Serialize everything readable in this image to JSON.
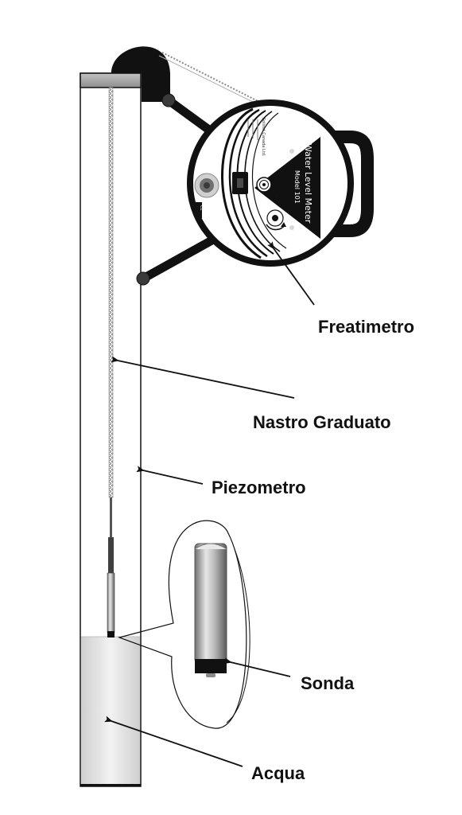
{
  "labels": {
    "meter": "Freatimetro",
    "tape": "Nastro Graduato",
    "pipe": "Piezometro",
    "probe": "Sonda",
    "water": "Acqua"
  },
  "device": {
    "title": "Water Level Meter",
    "model": "Model 101",
    "maker": "Solinst Canada Ltd.",
    "ce_mark": "CE",
    "colors": {
      "body": "#ffffff",
      "frame": "#111111",
      "panel": "#111111"
    }
  },
  "colors": {
    "pipe_cap": "#a9a9a9",
    "water": "#d9d9d9",
    "tape": "#888888",
    "probe_metal": "#b0b0b0",
    "ink": "#111111"
  },
  "icons": {
    "ground_terminal": "ground-icon",
    "rotation_arrow": "rotation-arrow-icon",
    "speaker": "speaker-icon"
  }
}
